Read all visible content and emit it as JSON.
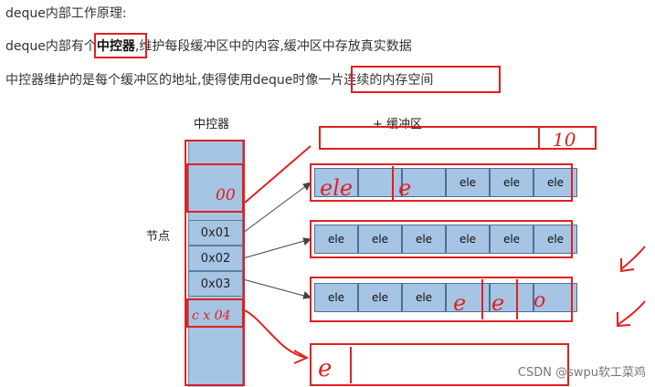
{
  "text": {
    "line1": "deque内部工作原理:",
    "line2_pre": "deque内部有个",
    "line2_hl": "中控器",
    "line2_post": ",维护每段缓冲区中的内容,缓冲区中存放真实数据",
    "line3_pre": "中控器维护的是每个缓冲区的地址,使得使用deque时",
    "line3_hl": "像一片连续的内存空间"
  },
  "diagram": {
    "controller_label": "中控器",
    "buffer_label": "缓冲区",
    "node_label": "节点",
    "controller_cells": [
      "0x01",
      "0x02",
      "0x03"
    ],
    "rows": [
      [
        "",
        "",
        "",
        "ele",
        "ele",
        "ele"
      ],
      [
        "ele",
        "ele",
        "ele",
        "ele",
        "ele",
        "ele"
      ],
      [
        "ele",
        "ele",
        "ele",
        "",
        "",
        ""
      ]
    ],
    "annotations": {
      "top_buffer": "10",
      "controller_top": "00",
      "controller_bottom": "c x 04",
      "row1_hand": "ele",
      "new_buffer": "e"
    }
  },
  "watermark": "CSDN @swpu软工菜鸡",
  "colors": {
    "cell_blue": "#a6c4e3",
    "marker_red": "#e02020"
  }
}
